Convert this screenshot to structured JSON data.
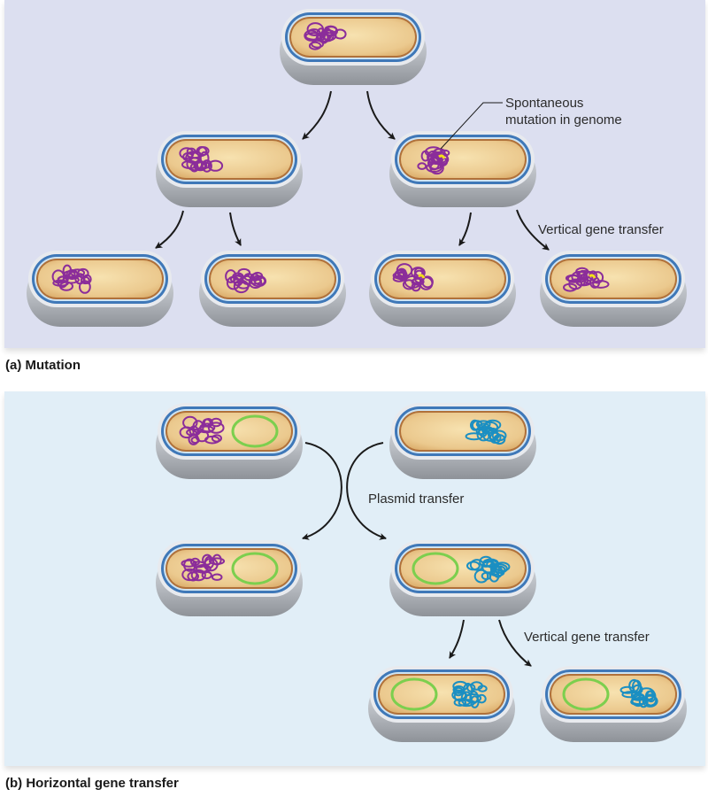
{
  "colors": {
    "panel_a_bg": "#dcdff0",
    "panel_b_bg": "#e1eef7",
    "cytoplasm": "#e9c98f",
    "membrane_brown": "#b0713a",
    "wall_blue": "#3f78b8",
    "shell_gray": "#a9adb3",
    "chromosome_purple": "#8b2d9a",
    "chromosome_blue": "#1b8fc2",
    "plasmid_green": "#7ccf4e",
    "mutation_yellow": "#f3df1a",
    "arrow": "#1a1a1a"
  },
  "panel_a": {
    "caption": "(a) Mutation",
    "label_mutation_line1": "Spontaneous",
    "label_mutation_line2": "mutation in genome",
    "label_vertical": "Vertical gene transfer",
    "cells": [
      {
        "id": "parent",
        "chromosome": "purple",
        "mutation": false,
        "plasmid": false
      },
      {
        "id": "gen1-left",
        "chromosome": "purple",
        "mutation": false,
        "plasmid": false
      },
      {
        "id": "gen1-right",
        "chromosome": "purple",
        "mutation": true,
        "plasmid": false
      },
      {
        "id": "gen2-1",
        "chromosome": "purple",
        "mutation": false,
        "plasmid": false
      },
      {
        "id": "gen2-2",
        "chromosome": "purple",
        "mutation": false,
        "plasmid": false
      },
      {
        "id": "gen2-3",
        "chromosome": "purple",
        "mutation": true,
        "plasmid": false
      },
      {
        "id": "gen2-4",
        "chromosome": "purple",
        "mutation": true,
        "plasmid": false
      }
    ]
  },
  "panel_b": {
    "caption": "(b) Horizontal gene transfer",
    "label_plasmid": "Plasmid transfer",
    "label_vertical": "Vertical gene transfer",
    "cells": [
      {
        "id": "donor",
        "chromosome": "purple",
        "plasmid": true
      },
      {
        "id": "recipient",
        "chromosome": "blue",
        "plasmid": false
      },
      {
        "id": "donor-after",
        "chromosome": "purple",
        "plasmid": true
      },
      {
        "id": "recipient-after",
        "chromosome": "blue",
        "plasmid": true
      },
      {
        "id": "offspring-1",
        "chromosome": "blue",
        "plasmid": true
      },
      {
        "id": "offspring-2",
        "chromosome": "blue",
        "plasmid": true
      }
    ]
  }
}
